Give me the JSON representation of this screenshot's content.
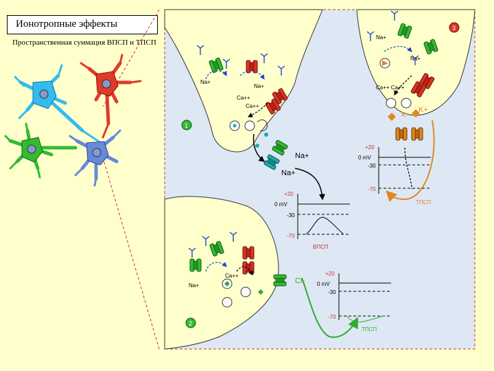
{
  "title": "Ионотропные эффекты",
  "subtitle": "Пространственная суммация ВПСП и ТПСП",
  "ions": {
    "na": "Na+",
    "ca": "Ca++",
    "ca_pair": "Ca++ Ca++",
    "k": "K+",
    "cl": "Cl-"
  },
  "markers": {
    "one": "1",
    "two": "2",
    "three": "3"
  },
  "graphs": [
    {
      "label": "ТПСП",
      "tick_top": "+20",
      "tick_axis": "0 mV",
      "tick_mid": "-30",
      "tick_bottom": "-70"
    },
    {
      "label": "ВПСП",
      "tick_top": "+20",
      "tick_axis": "0 mV",
      "tick_mid": "-30",
      "tick_bottom": "-70"
    },
    {
      "label": "ТПСП",
      "tick_top": "+20",
      "tick_axis": "0 mV",
      "tick_mid": "-30",
      "tick_bottom": "-70"
    }
  ],
  "colors": {
    "background": "#ffffcc",
    "panel": "#dde8f4",
    "neuron_cyan": "#33bbee",
    "neuron_red": "#e03a2a",
    "neuron_green": "#33bb33",
    "neuron_blue": "#6688dd",
    "channel_green": "#33bb33",
    "channel_red": "#dd3322",
    "channel_orange": "#e08822",
    "channel_teal": "#22aaaa",
    "inhibitory": "#e08822",
    "chloride": "#33aa33"
  }
}
